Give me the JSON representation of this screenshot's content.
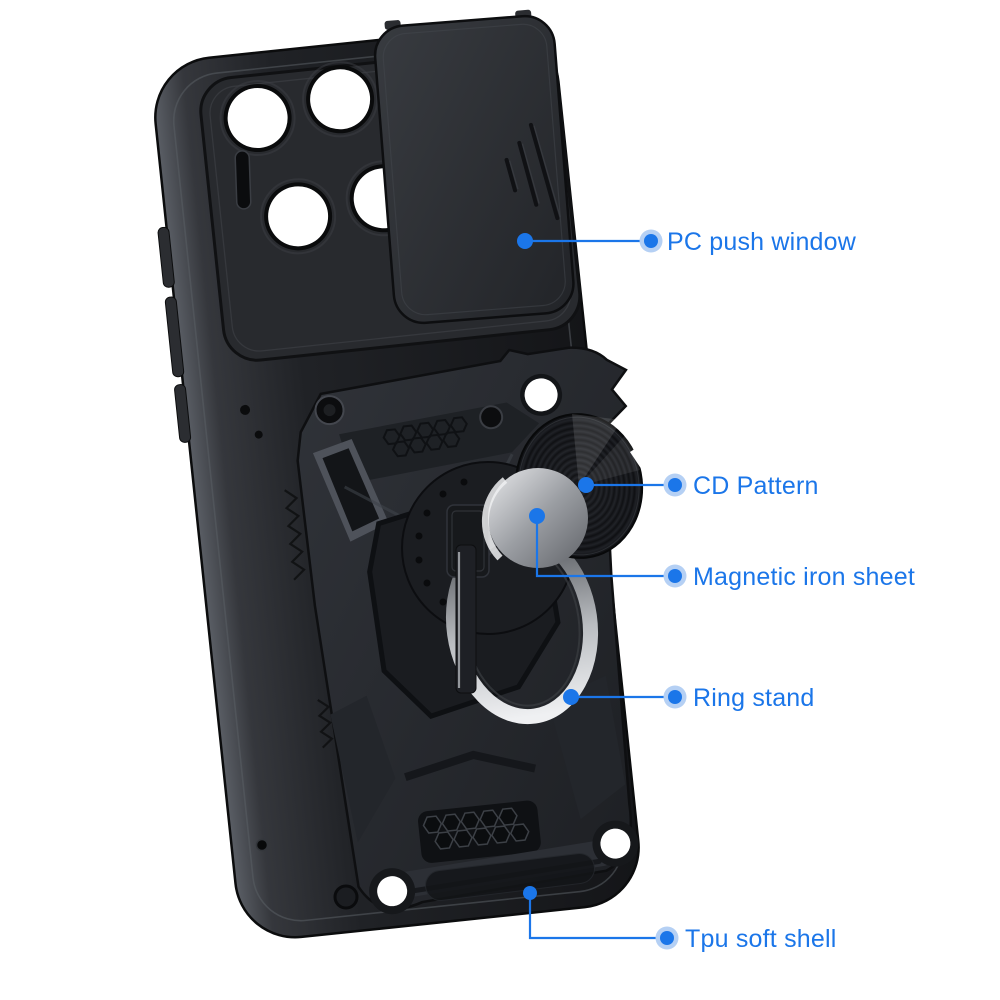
{
  "page": {
    "background": "#ffffff"
  },
  "colors": {
    "accent": "#1b76e9",
    "halo": "#b5d0f4",
    "background": "#ffffff",
    "case_black": "#1b1c1f",
    "metal_silver": "#c9cbcf"
  },
  "annotations": [
    {
      "id": "pc-push-window",
      "label": "PC push window"
    },
    {
      "id": "cd-pattern",
      "label": "CD Pattern"
    },
    {
      "id": "magnetic-iron-sheet",
      "label": "Magnetic iron sheet"
    },
    {
      "id": "ring-stand",
      "label": "Ring stand"
    },
    {
      "id": "tpu-soft-shell",
      "label": "Tpu soft shell"
    }
  ]
}
